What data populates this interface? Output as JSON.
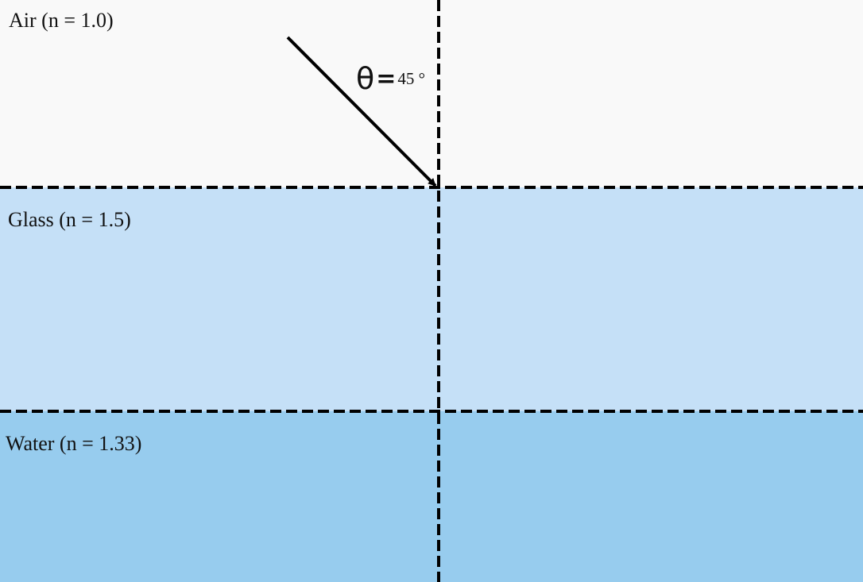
{
  "layers": [
    {
      "label": "Air (n = 1.0)",
      "color": "#f9f9f9"
    },
    {
      "label": "Glass (n = 1.5)",
      "color": "#c5e0f7"
    },
    {
      "label": "Water (n = 1.33)",
      "color": "#97ccee"
    }
  ],
  "incident_ray": {
    "angle_symbol": "θ",
    "equals": "=",
    "angle_value": "45 °"
  },
  "colors": {
    "lines": "#000000"
  }
}
